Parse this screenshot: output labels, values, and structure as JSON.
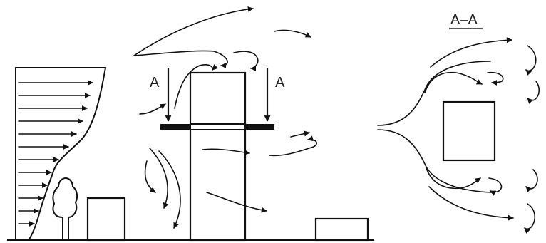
{
  "labels": {
    "section_left": "A",
    "section_right": "A",
    "section_title": "A–A"
  },
  "colors": {
    "ink": "#111111",
    "background": "#ffffff"
  }
}
